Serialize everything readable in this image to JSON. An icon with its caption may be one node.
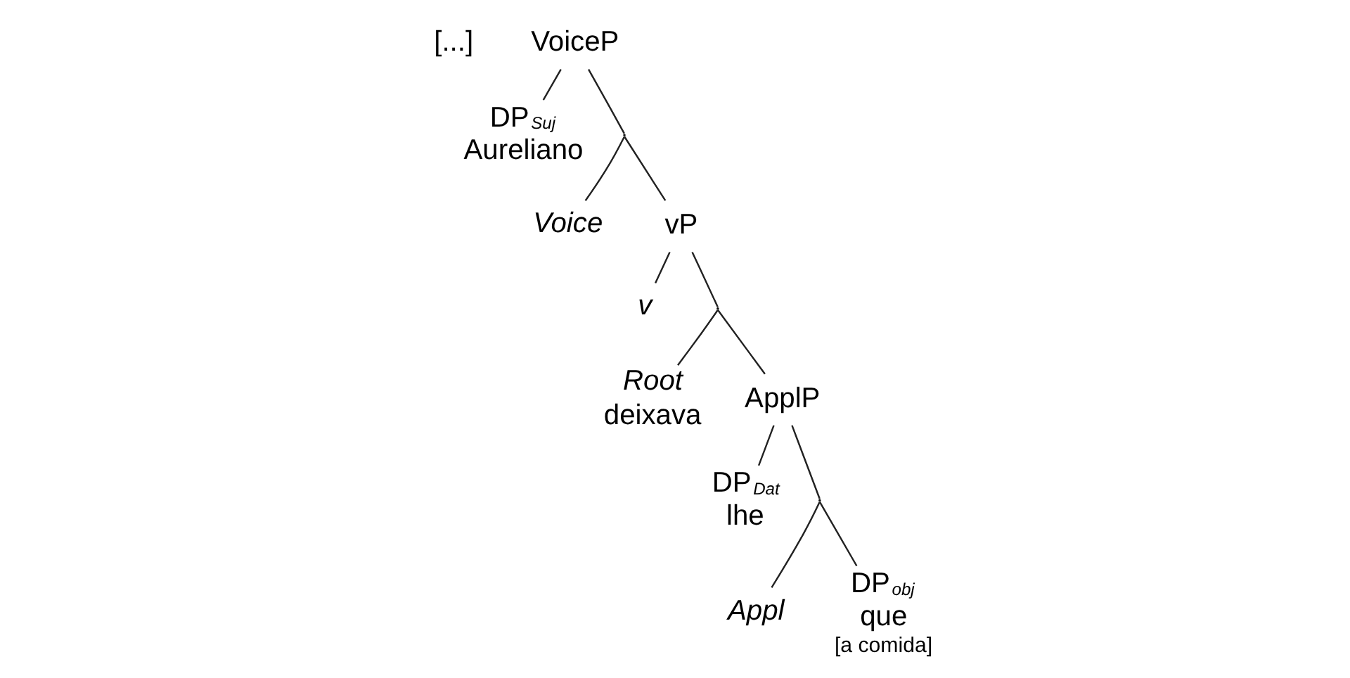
{
  "diagram": {
    "nodes": [
      {
        "text": [
          "VoiceP"
        ]
      },
      {
        "text": [
          "DP",
          "Suj",
          "Aureliano"
        ]
      },
      {
        "text": [],
        "shape": "point"
      },
      {
        "text": [
          "Voice"
        ]
      },
      {
        "text": [
          "vP"
        ]
      },
      {
        "text": [
          "v"
        ]
      },
      {
        "text": [],
        "shape": "point"
      },
      {
        "text": [
          "Root",
          "deixava"
        ]
      },
      {
        "text": [
          "ApplP"
        ]
      },
      {
        "text": [
          "DP",
          "Dat",
          "lhe"
        ]
      },
      {
        "text": [],
        "shape": "point"
      },
      {
        "text": [
          "Appl"
        ]
      },
      {
        "text": [
          "DP",
          "obj",
          "que",
          "[a comida]"
        ]
      }
    ],
    "edges": [
      {
        "from": 0,
        "to": 1,
        "arrow": "none"
      },
      {
        "from": 0,
        "to": 2,
        "arrow": "none"
      },
      {
        "from": 2,
        "to": 3,
        "arrow": "none"
      },
      {
        "from": 2,
        "to": 4,
        "arrow": "none"
      },
      {
        "from": 4,
        "to": 5,
        "arrow": "none"
      },
      {
        "from": 4,
        "to": 6,
        "arrow": "none"
      },
      {
        "from": 6,
        "to": 7,
        "arrow": "none"
      },
      {
        "from": 6,
        "to": 8,
        "arrow": "none"
      },
      {
        "from": 8,
        "to": 9,
        "arrow": "none"
      },
      {
        "from": 8,
        "to": 10,
        "arrow": "none"
      },
      {
        "from": 10,
        "to": 11,
        "arrow": "none"
      },
      {
        "from": 10,
        "to": 12,
        "arrow": "none"
      }
    ],
    "labels": [
      "[...]"
    ]
  }
}
